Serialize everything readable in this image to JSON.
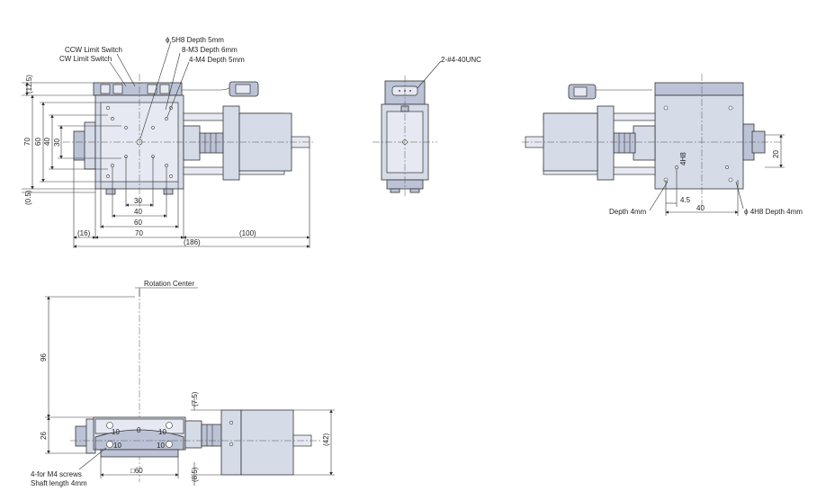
{
  "top_view": {
    "callouts": {
      "ccw_limit": "CCW Limit Switch",
      "cw_limit": "CW Limit Switch",
      "hole_5h8": "ϕ 5H8 Depth 5mm",
      "m3": "8-M3 Depth 6mm",
      "m4": "4-M4 Depth 5mm"
    },
    "dims": {
      "d12_5": "(12.5)",
      "d70v": "70",
      "d60v": "60",
      "d40v": "40",
      "d30v": "30",
      "d0_5": "(0.5)",
      "d30h": "30",
      "d40h": "40",
      "d60h": "60",
      "d70h": "70",
      "d16": "(16)",
      "d100": "(100)",
      "d186": "(186)"
    }
  },
  "end_view": {
    "callout": "2-#4-40UNC"
  },
  "bottom_view": {
    "callouts": {
      "depth4": "Depth 4mm",
      "h8": "ϕ 4H8 Depth 4mm"
    },
    "dims": {
      "d4h8": "4H8",
      "d4_5": "4.5",
      "d40": "40",
      "d20": "20"
    }
  },
  "side_view": {
    "callouts": {
      "rotation_center": "Rotation Center",
      "screws_line1": "4-for M4 screws",
      "screws_line2": "Shaft length 4mm"
    },
    "dims": {
      "d96": "96",
      "d26": "26",
      "d7_5": "(7.5)",
      "d8_5": "(8.5)",
      "d42": "(42)",
      "d60": "□60"
    },
    "scale": {
      "l10": "10",
      "l0": "0",
      "r10": "10",
      "b10a": "10",
      "b10b": "10"
    }
  }
}
